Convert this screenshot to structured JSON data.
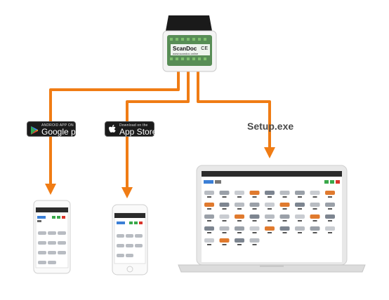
{
  "device": {
    "brand": "ScanDoc",
    "website": "www.scandoc.online",
    "mark": "CE",
    "colors": {
      "body": "#f4f4f4",
      "connector": "#1a1a1a",
      "pcb": "#3c7a3a"
    }
  },
  "connectors": {
    "color": "#f07c14"
  },
  "google_play": {
    "small_text": "ANDROID APP ON",
    "big_text": "Google play",
    "icon": "google-play-icon"
  },
  "app_store": {
    "small_text": "Download on the",
    "big_text": "App Store",
    "icon": "apple-icon"
  },
  "desktop": {
    "label": "Setup.exe"
  },
  "laptop": {
    "colors": {
      "frame": "#e8e8e8",
      "topbar": "#2b2b2b",
      "green": "#3aa84a",
      "red": "#d9342b",
      "blue": "#3b7fd6"
    }
  }
}
